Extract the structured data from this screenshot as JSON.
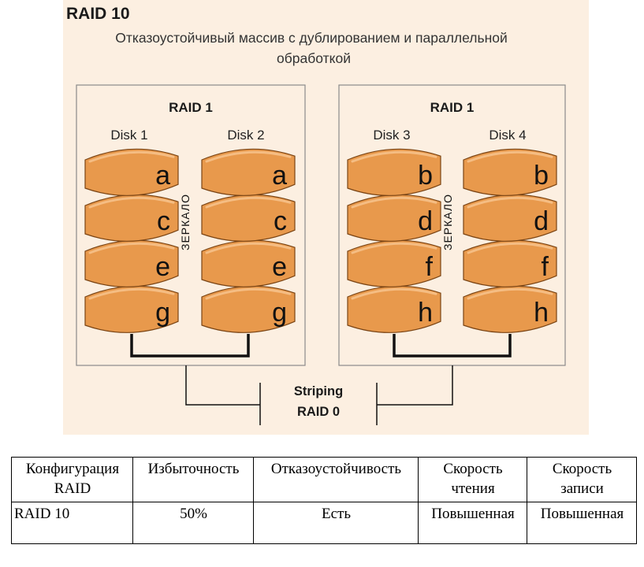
{
  "diagram": {
    "title": "RAID 10",
    "subtitle_line1": "Отказоустойчивый массив с дублированием и параллельной",
    "subtitle_line2": "обработкой",
    "groups": [
      {
        "label": "RAID 1",
        "mirror_label": "ЗЕРКАЛО",
        "disks": [
          {
            "name": "Disk 1",
            "blocks": [
              "a",
              "c",
              "e",
              "g"
            ]
          },
          {
            "name": "Disk 2",
            "blocks": [
              "a",
              "c",
              "e",
              "g"
            ]
          }
        ]
      },
      {
        "label": "RAID 1",
        "mirror_label": "ЗЕРКАЛО",
        "disks": [
          {
            "name": "Disk 3",
            "blocks": [
              "b",
              "d",
              "f",
              "h"
            ]
          },
          {
            "name": "Disk 4",
            "blocks": [
              "b",
              "d",
              "f",
              "h"
            ]
          }
        ]
      }
    ],
    "striping_line1": "Striping",
    "striping_line2": "RAID 0",
    "colors": {
      "background": "#fcefe1",
      "box_fill": "#fcefe1",
      "box_stroke": "#8a8a8a",
      "disk_fill": "#e8994c",
      "disk_top": "#f6c189",
      "disk_stroke": "#7a4414",
      "line": "#111111"
    }
  },
  "table": {
    "headers": [
      "Конфигурация RAID",
      "Избыточность",
      "Отказоустойчивость",
      "Скорость чтения",
      "Скорость записи"
    ],
    "row": [
      "RAID 10",
      "50%",
      "Есть",
      "Повышенная",
      "Повышенная"
    ]
  }
}
